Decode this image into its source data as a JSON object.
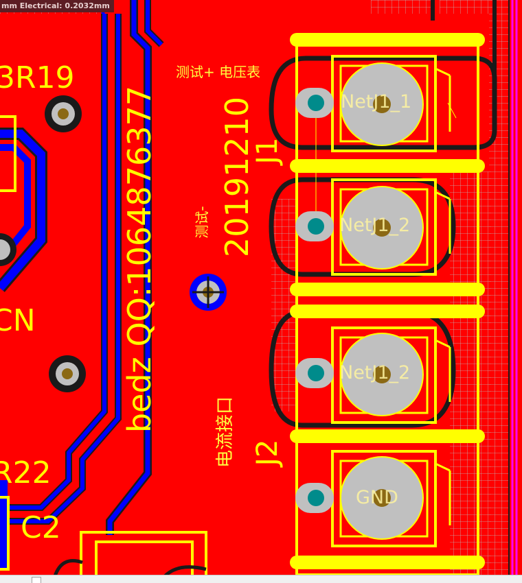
{
  "status_bar": {
    "text": "mm Electrical: 0.2032mm"
  },
  "designators": {
    "r19": "3R19",
    "r22": "R22",
    "c2": "C2",
    "cn": "CN",
    "j1": "J1",
    "j2": "J2"
  },
  "board_text": {
    "contact": "bedz QQ:1064876377",
    "date": "20191210",
    "test_voltage": "测试+ 电压表",
    "test_minus": "测试-",
    "current_port": "电流接口"
  },
  "nets": [
    "NetJ1_1",
    "NetJ1_2",
    "NetJ1_2",
    "GND"
  ],
  "colors": {
    "copper_top": "#ff0000",
    "copper_bottom": "#0000ff",
    "silkscreen": "#ffff00",
    "pad": "#c0c0c0",
    "via_hole": "#008b8b",
    "keepout": "#ff00ff",
    "clearance": "#1a1a1a"
  }
}
